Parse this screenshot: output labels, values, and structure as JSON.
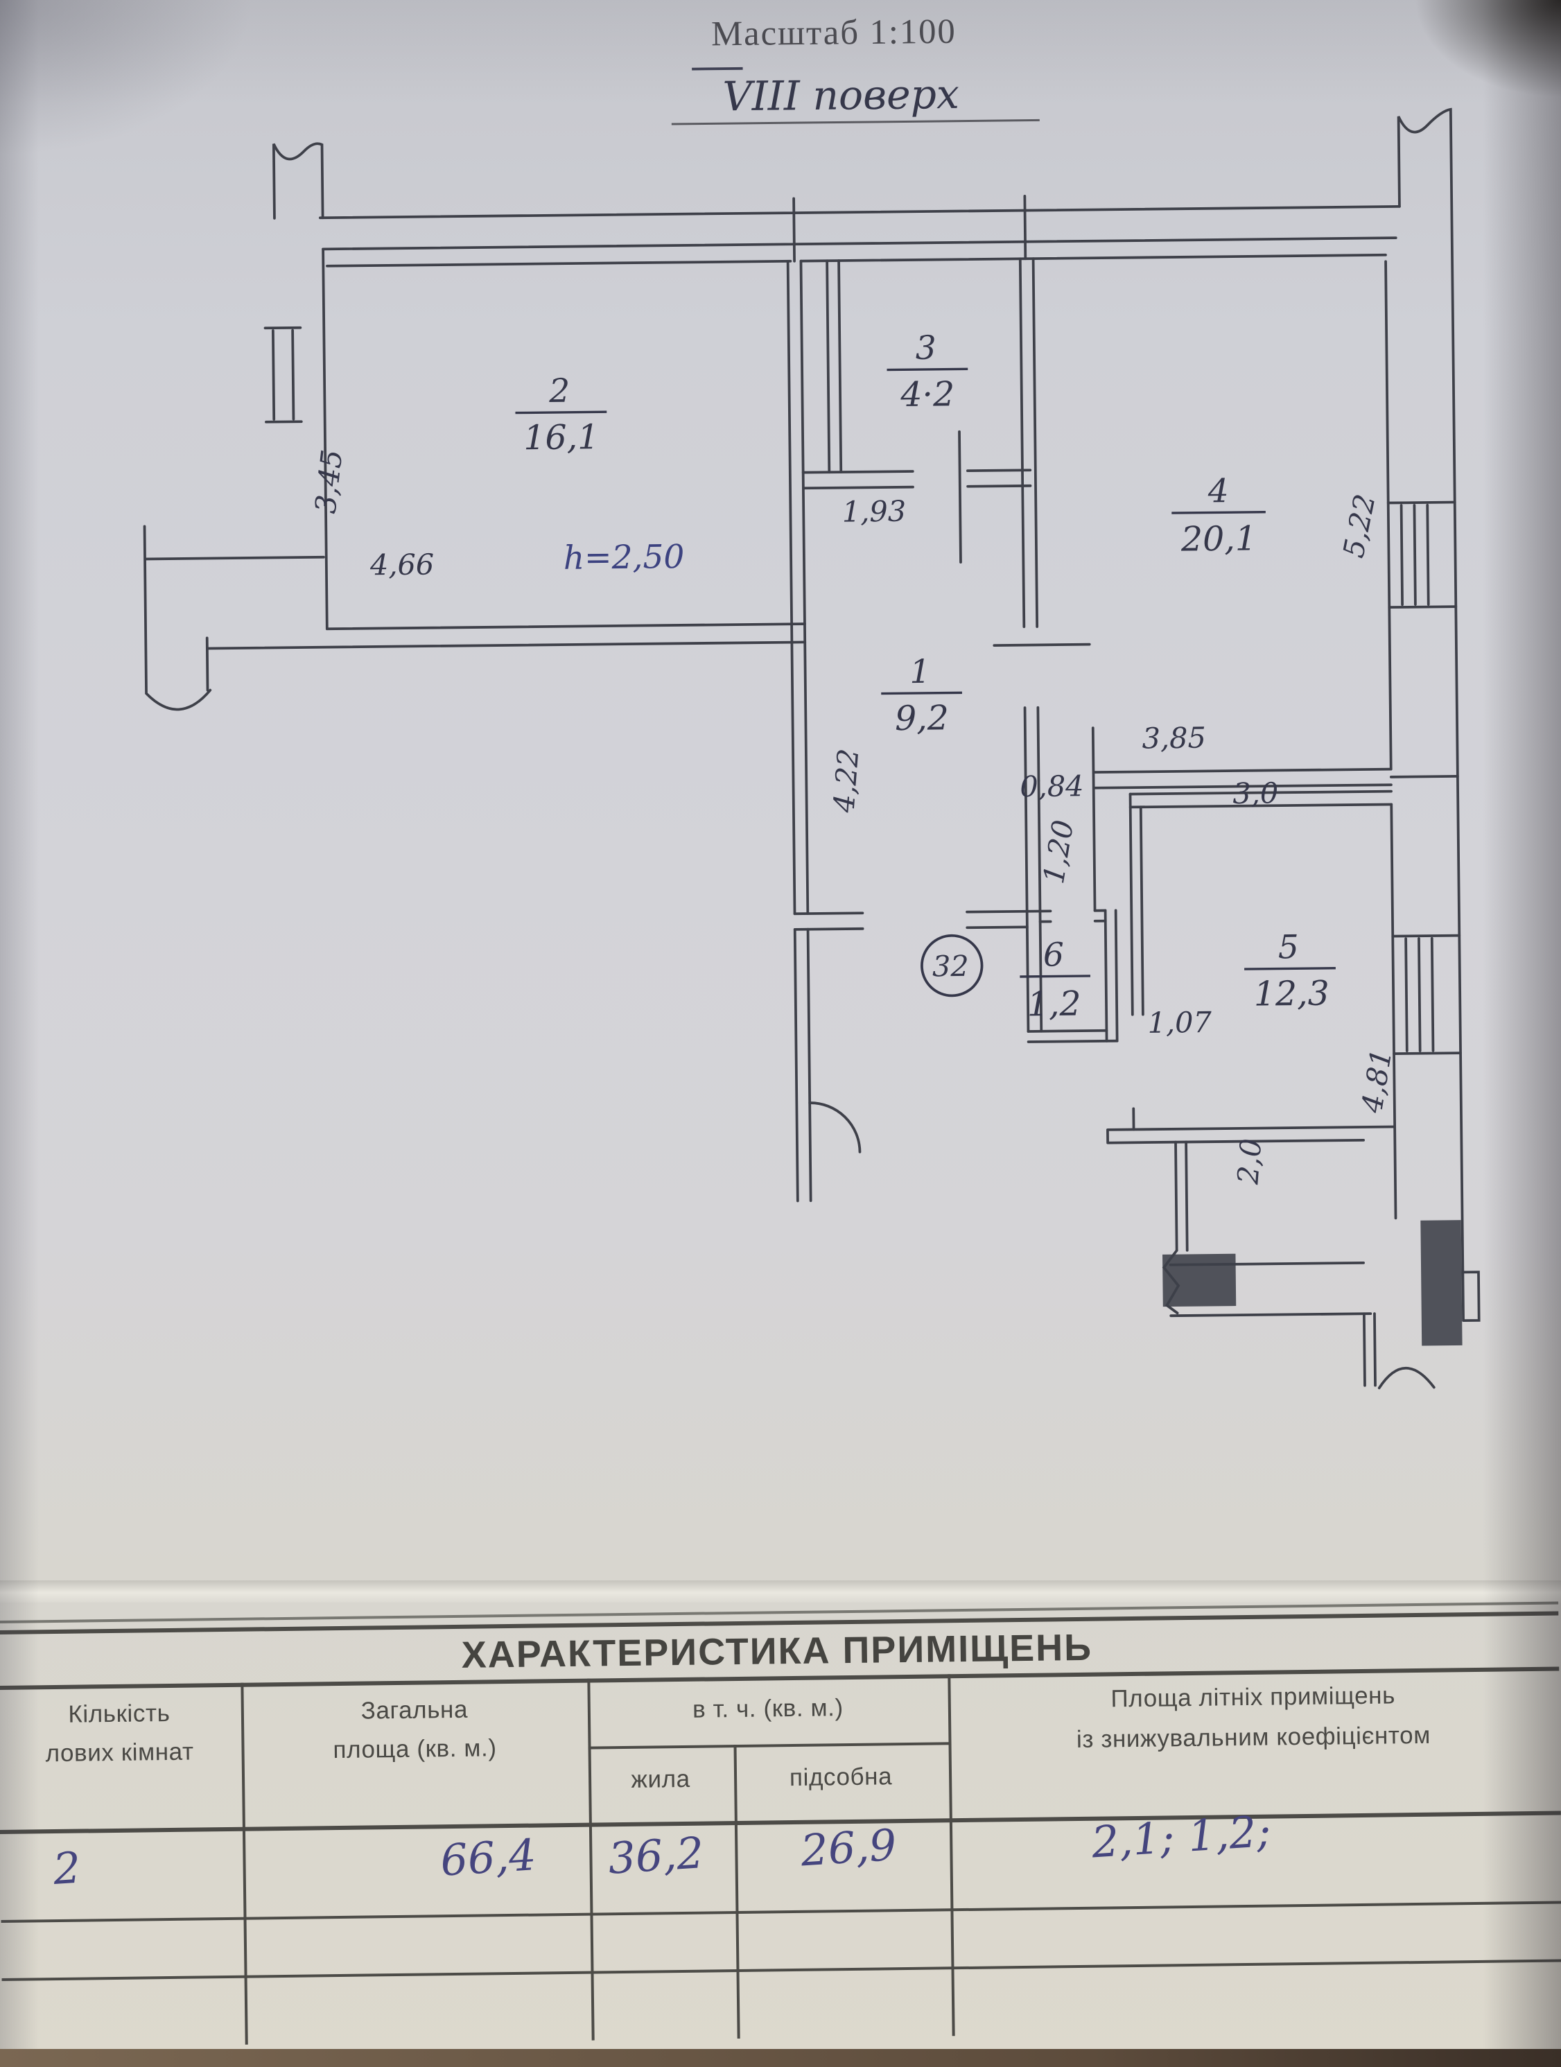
{
  "page": {
    "scale_label": "Масштаб 1:100",
    "floor_label": "VIII поверх"
  },
  "plan": {
    "apartment_number": "32",
    "ceiling_height_note": "h=2,50",
    "rooms": [
      {
        "number": "1",
        "area": "9,2"
      },
      {
        "number": "2",
        "area": "16,1"
      },
      {
        "number": "3",
        "area": "4·2"
      },
      {
        "number": "4",
        "area": "20,1"
      },
      {
        "number": "5",
        "area": "12,3"
      },
      {
        "number": "6",
        "area": "1,2"
      }
    ],
    "dimensions": {
      "room2_depth": "3,45",
      "room2_width": "4,66",
      "room3_width": "1,93",
      "hall_depth": "4,22",
      "room4_width": "3,85",
      "room4_depth": "5,22",
      "passage_width": "0,84",
      "passage_depth": "1,20",
      "kitchen_width": "3,0",
      "kitchen_depth": "4,81",
      "wc_passage": "1,07",
      "loggia_width": "2,0"
    }
  },
  "table": {
    "title": "ХАРАКТЕРИСТИКА ПРИМІЩЕНЬ",
    "headers": {
      "rooms_count_line1": "Кількість",
      "rooms_count_line2": "лових кімнат",
      "total_area_line1": "Загальна",
      "total_area_line2": "площа (кв. м.)",
      "including": "в т. ч. (кв. м.)",
      "living": "жила",
      "auxiliary": "підсобна",
      "summer_line1": "Площа літніх приміщень",
      "summer_line2": "із знижувальним коефіцієнтом"
    },
    "values": {
      "rooms_count": "2",
      "total_area": "66,4",
      "living_area": "36,2",
      "auxiliary_area": "26,9",
      "summer_areas": "2,1; 1,2;"
    }
  }
}
